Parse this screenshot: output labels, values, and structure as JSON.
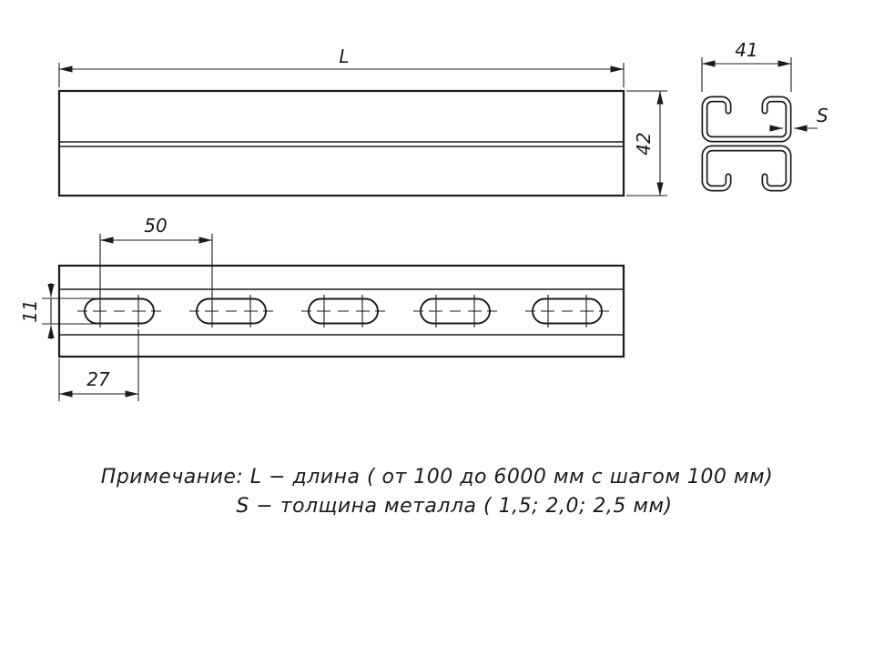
{
  "drawing": {
    "background": "#ffffff",
    "stroke_color": "#1b1b1b",
    "dimensions": {
      "length_label": "L",
      "profile_height": "42",
      "profile_width": "41",
      "thickness_label": "S",
      "slot_pitch": "50",
      "slot_width": "11",
      "end_offset": "27"
    },
    "notes": {
      "line1": "Примечание: L − длина ( от 100 до 6000 мм с шагом 100 мм)",
      "line2": "S − толщина металла ( 1,5; 2,0; 2,5 мм)"
    }
  }
}
